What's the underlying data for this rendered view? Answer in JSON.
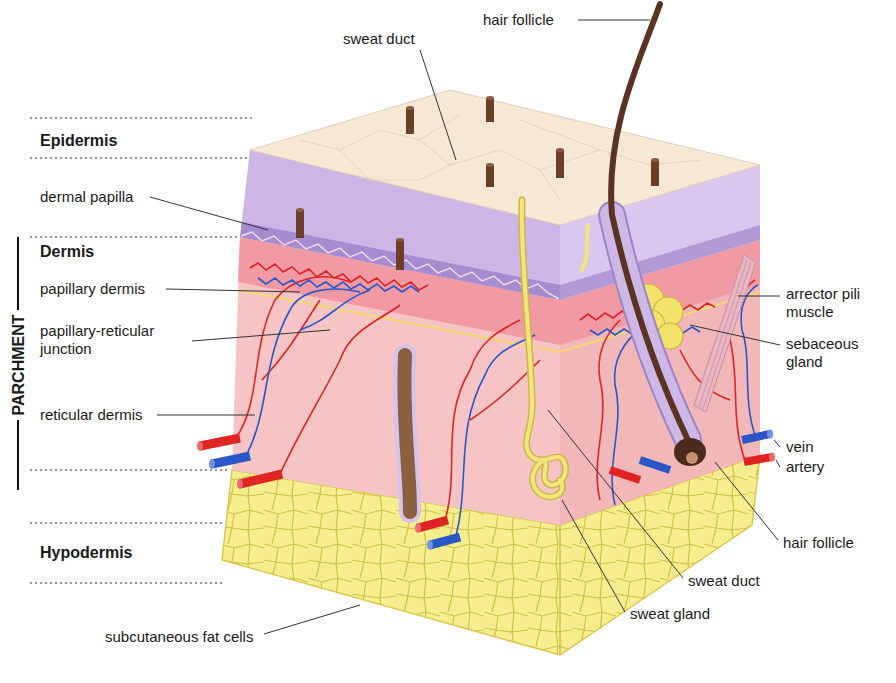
{
  "diagram": {
    "labels": [
      "hair follicle",
      "sweat duct",
      "Epidermis",
      "dermal papilla",
      "Dermis",
      "papillary dermis",
      "papillary-reticular junction",
      "reticular dermis",
      "Hypodermis",
      "subcutaneous fat cells",
      "arrector pili muscle",
      "sebaceous gland",
      "vein",
      "artery",
      "hair follicle",
      "sweat duct",
      "sweat gland",
      "PARCHMENT"
    ]
  }
}
